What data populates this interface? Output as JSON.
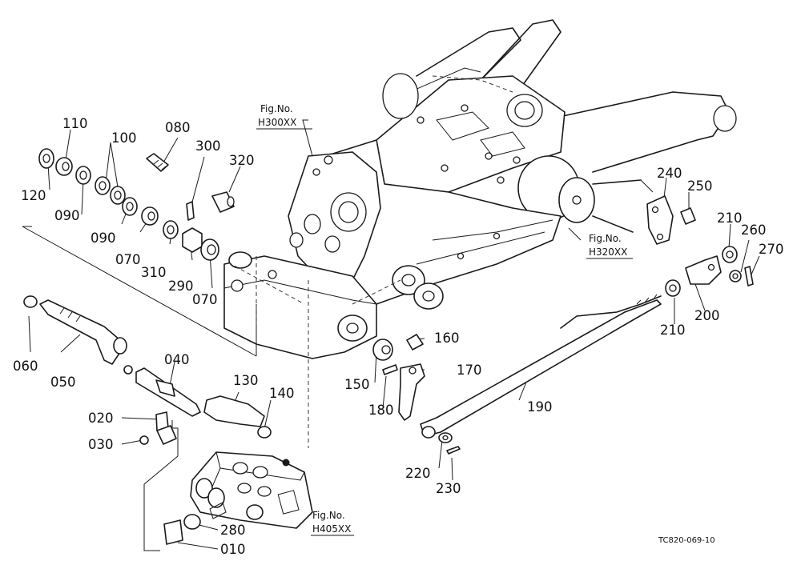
{
  "callouts": [
    {
      "id": "110",
      "text": "110"
    },
    {
      "id": "100",
      "text": "100"
    },
    {
      "id": "080",
      "text": "080"
    },
    {
      "id": "300",
      "text": "300"
    },
    {
      "id": "320",
      "text": "320"
    },
    {
      "id": "120",
      "text": "120"
    },
    {
      "id": "090a",
      "text": "090"
    },
    {
      "id": "090b",
      "text": "090"
    },
    {
      "id": "070a",
      "text": "070"
    },
    {
      "id": "310",
      "text": "310"
    },
    {
      "id": "290",
      "text": "290"
    },
    {
      "id": "070b",
      "text": "070"
    },
    {
      "id": "060",
      "text": "060"
    },
    {
      "id": "050",
      "text": "050"
    },
    {
      "id": "040",
      "text": "040"
    },
    {
      "id": "130",
      "text": "130"
    },
    {
      "id": "140",
      "text": "140"
    },
    {
      "id": "020",
      "text": "020"
    },
    {
      "id": "030",
      "text": "030"
    },
    {
      "id": "280",
      "text": "280"
    },
    {
      "id": "010",
      "text": "010"
    },
    {
      "id": "160",
      "text": "160"
    },
    {
      "id": "170",
      "text": "170"
    },
    {
      "id": "150",
      "text": "150"
    },
    {
      "id": "180",
      "text": "180"
    },
    {
      "id": "190",
      "text": "190"
    },
    {
      "id": "220",
      "text": "220"
    },
    {
      "id": "230",
      "text": "230"
    },
    {
      "id": "240",
      "text": "240"
    },
    {
      "id": "250",
      "text": "250"
    },
    {
      "id": "210a",
      "text": "210"
    },
    {
      "id": "260",
      "text": "260"
    },
    {
      "id": "270",
      "text": "270"
    },
    {
      "id": "200",
      "text": "200"
    },
    {
      "id": "210b",
      "text": "210"
    }
  ],
  "fig_refs": {
    "h300": {
      "line1": "Fig.No.",
      "line2": "H300XX"
    },
    "h320": {
      "line1": "Fig.No.",
      "line2": "H320XX"
    },
    "h405": {
      "line1": "Fig.No.",
      "line2": "H405XX"
    }
  },
  "drawing_code": "TC820-069-10"
}
